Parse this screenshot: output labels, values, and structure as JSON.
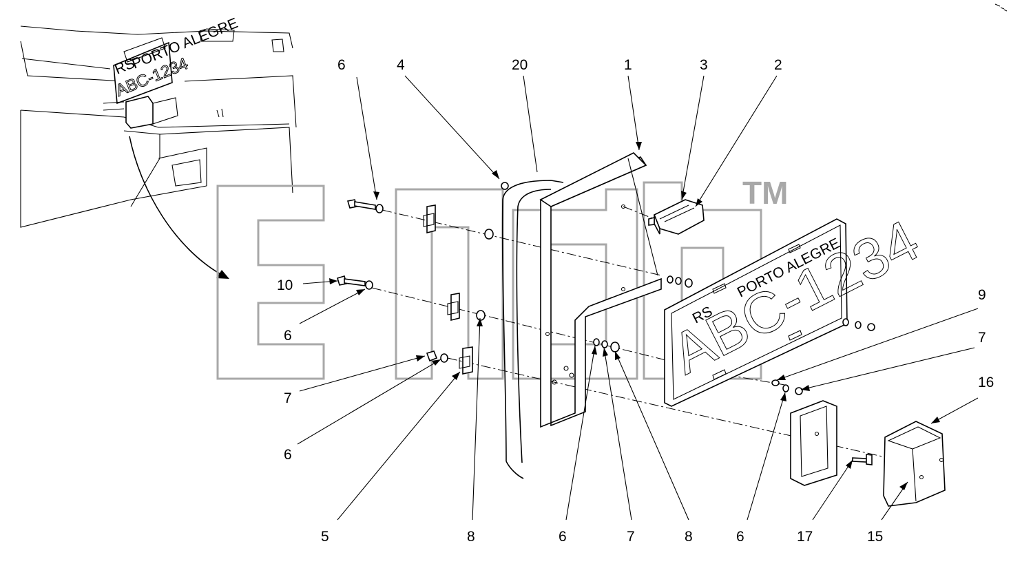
{
  "callouts": {
    "c1": "1",
    "c2": "2",
    "c3": "3",
    "c4": "4",
    "c20": "20",
    "c6a": "6",
    "c10": "10",
    "c6b": "6",
    "c7a": "7",
    "c6c": "6",
    "c5": "5",
    "c8a": "8",
    "c6d": "6",
    "c7b": "7",
    "c8b": "8",
    "c6e": "6",
    "c17": "17",
    "c15": "15",
    "c9": "9",
    "c7c": "7",
    "c16": "16"
  },
  "plate": {
    "state": "RS",
    "city": "PORTO ALEGRE",
    "number": "ABC-1234"
  },
  "watermark": {
    "trademark": "TM"
  },
  "colors": {
    "line": "#000000",
    "background": "#ffffff",
    "watermark": "#a8a8a8"
  }
}
